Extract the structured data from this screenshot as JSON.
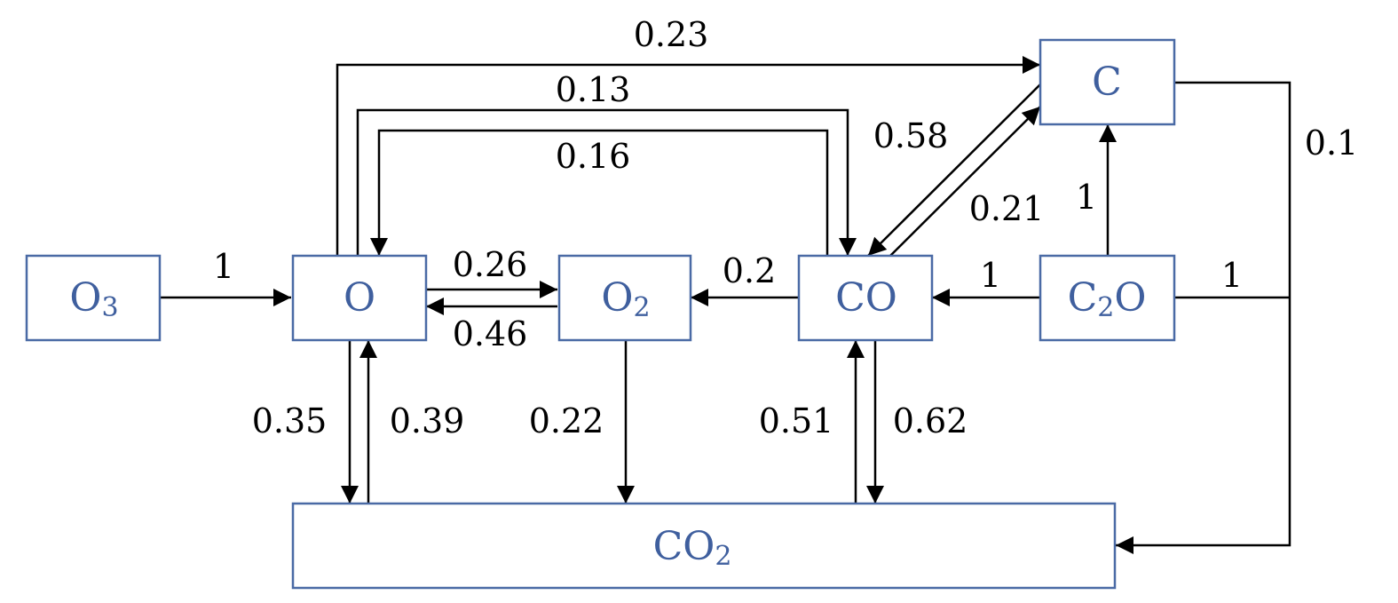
{
  "nodes": {
    "o3": {
      "base": "O",
      "sub": "3",
      "tail": ""
    },
    "o": {
      "base": "O",
      "sub": "",
      "tail": ""
    },
    "o2": {
      "base": "O",
      "sub": "2",
      "tail": ""
    },
    "co": {
      "base": "CO",
      "sub": "",
      "tail": ""
    },
    "c2o": {
      "base": "C",
      "sub": "2",
      "tail": "O"
    },
    "c": {
      "base": "C",
      "sub": "",
      "tail": ""
    },
    "co2": {
      "base": "CO",
      "sub": "2",
      "tail": ""
    }
  },
  "edges": {
    "o3_o": "1",
    "o_c": "0.23",
    "o_co": "0.13",
    "co_o": "0.16",
    "c_co": "0.58",
    "co_c": "0.21",
    "c_co2": "0.1",
    "c2o_c": "1",
    "o_o2": "0.26",
    "o2_o": "0.46",
    "co_o2": "0.2",
    "c2o_co": "1",
    "c2o_co2": "1",
    "o_co2": "0.35",
    "co2_o": "0.39",
    "o2_co2": "0.22",
    "co2_co": "0.51",
    "co_co2": "0.62"
  },
  "colors": {
    "node_border": "#4a6aa5",
    "node_text": "#3f5f9e",
    "edge": "#000000"
  }
}
